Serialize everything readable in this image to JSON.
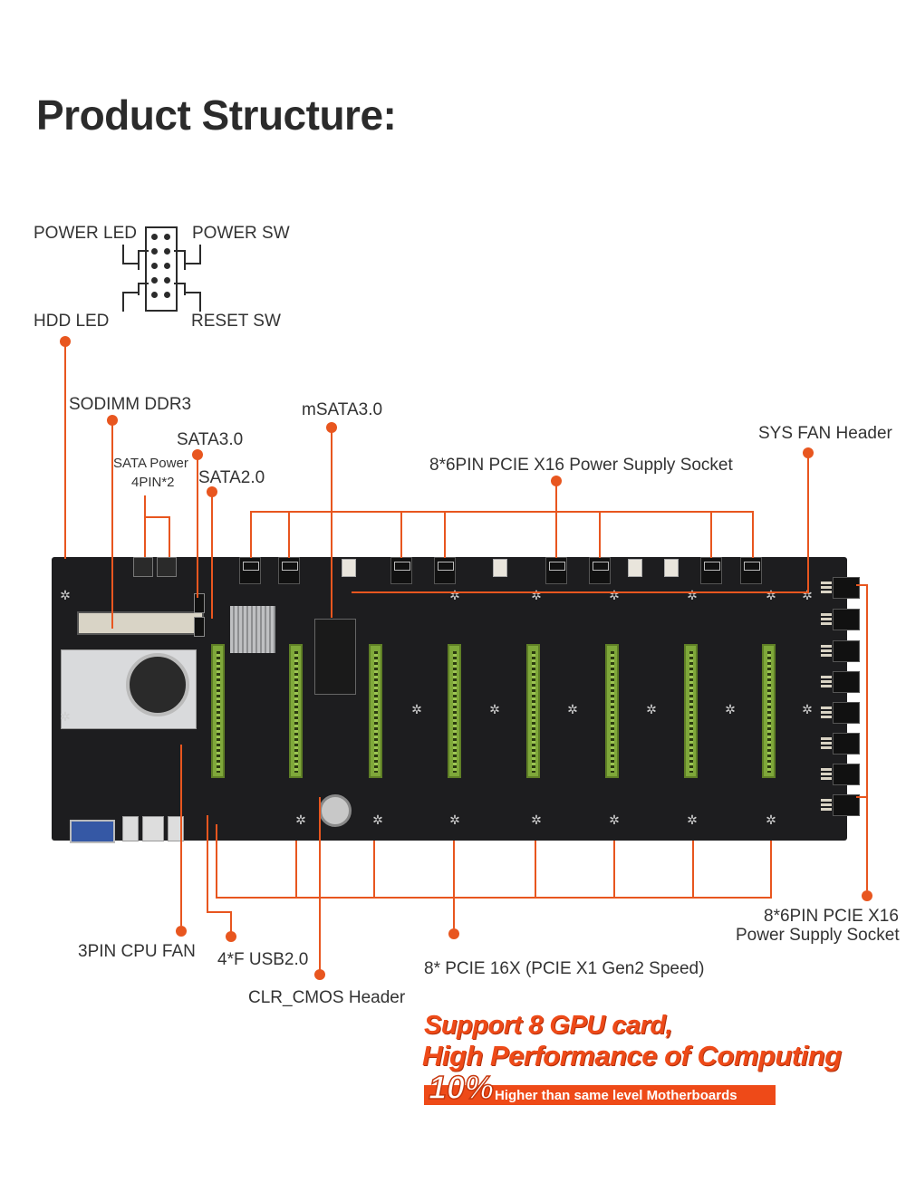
{
  "title": "Product Structure:",
  "front_panel": {
    "power_led": "POWER LED",
    "power_sw": "POWER SW",
    "hdd_led": "HDD  LED",
    "reset_sw": "RESET SW"
  },
  "callouts": {
    "sodimm": "SODIMM DDR3",
    "sata_power_line1": "SATA Power",
    "sata_power_line2": "4PIN*2",
    "sata3": "SATA3.0",
    "sata2": "SATA2.0",
    "msata": "mSATA3.0",
    "pcie_power_top": "8*6PIN PCIE X16 Power Supply Socket",
    "sys_fan": "SYS FAN Header",
    "pcie_power_right_line1": "8*6PIN PCIE X16",
    "pcie_power_right_line2": "Power Supply Socket",
    "cpu_fan": "3PIN CPU FAN",
    "usb": "4*F USB2.0",
    "pcie_slots": "8* PCIE 16X (PCIE X1 Gen2 Speed)",
    "clr_cmos": "CLR_CMOS Header"
  },
  "promo": {
    "line1": "Support 8 GPU card,",
    "line2": "High Performance of Computing",
    "percent": "10%",
    "tagline": "Higher than same level Motherboards"
  },
  "colors": {
    "accent": "#e8561f",
    "promo": "#ee4a18",
    "board": "#1d1d1f",
    "slot": "#7fa83a"
  }
}
